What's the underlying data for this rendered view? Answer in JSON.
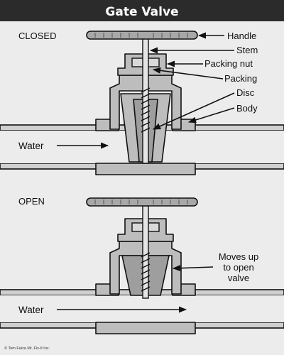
{
  "title": "Gate Valve",
  "closed": {
    "state_label": "CLOSED",
    "labels": {
      "handle": "Handle",
      "stem": "Stem",
      "packing_nut": "Packing nut",
      "packing": "Packing",
      "disc": "Disc",
      "body": "Body"
    },
    "water_label": "Water"
  },
  "open": {
    "state_label": "OPEN",
    "note_lines": [
      "Moves up",
      "to open",
      "valve"
    ],
    "water_label": "Water"
  },
  "credit": "© Tom Feiza Mr. Fix-It Inc.",
  "colors": {
    "title_bar": "#2b2b2b",
    "background": "#ececec",
    "part_fill": "#bdbdbd",
    "outline": "#111111"
  }
}
